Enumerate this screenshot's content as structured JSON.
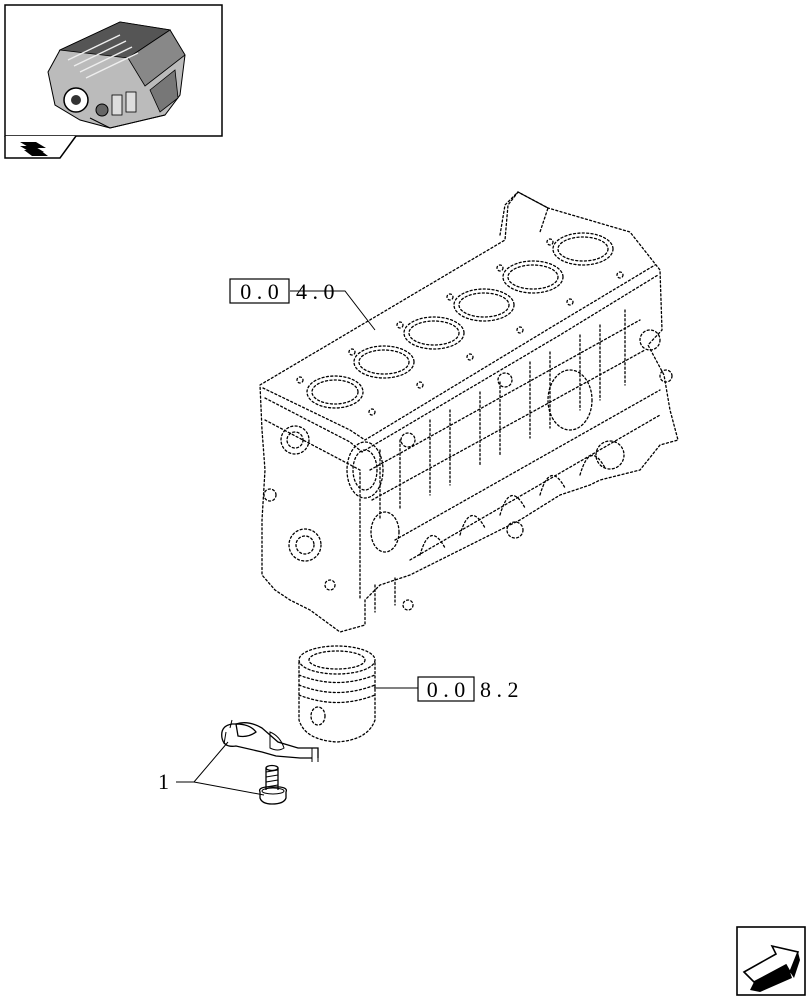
{
  "reference_boxes": [
    {
      "boxed": "0 . 0",
      "suffix": "4 . 0"
    },
    {
      "boxed": "0 . 0",
      "suffix": "8 . 2"
    }
  ],
  "parts": [
    {
      "label": "1"
    }
  ],
  "icons": {
    "thumbnail": "engine-thumbnail-icon",
    "section": "book-section-icon",
    "next": "next-page-arrow-icon"
  }
}
